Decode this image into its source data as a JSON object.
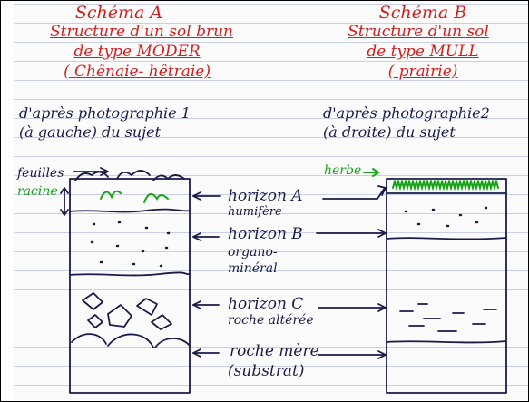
{
  "schemaA": {
    "title": "Schéma A",
    "line1": "Structure d'un sol brun",
    "line2": "de type MODER",
    "line3": "( Chênaie- hêtraie)",
    "photo1": "d'après photographie 1",
    "photo2": "(à gauche) du sujet"
  },
  "schemaB": {
    "title": "Schéma B",
    "line1": "Structure d'un sol",
    "line2": "de type MULL",
    "line3": "( prairie)",
    "photo1": "d'après photographie2",
    "photo2": "(à droite) du sujet"
  },
  "labels": {
    "feuilles": "feuilles",
    "racine": "racine",
    "herbe": "herbe",
    "horizonA1": "horizon A",
    "horizonA2": "humifère",
    "horizonB1": "horizon B",
    "horizonB2": "organo-",
    "horizonB3": "minéral",
    "horizonC1": "horizon C",
    "horizonC2": "roche altérée",
    "roche1": "roche mère",
    "roche2": "(substrat)"
  },
  "colors": {
    "ink": "#1b1b4a",
    "title": "#cf2020",
    "plants": "#17a317",
    "ruled": "#c9cfe4"
  }
}
